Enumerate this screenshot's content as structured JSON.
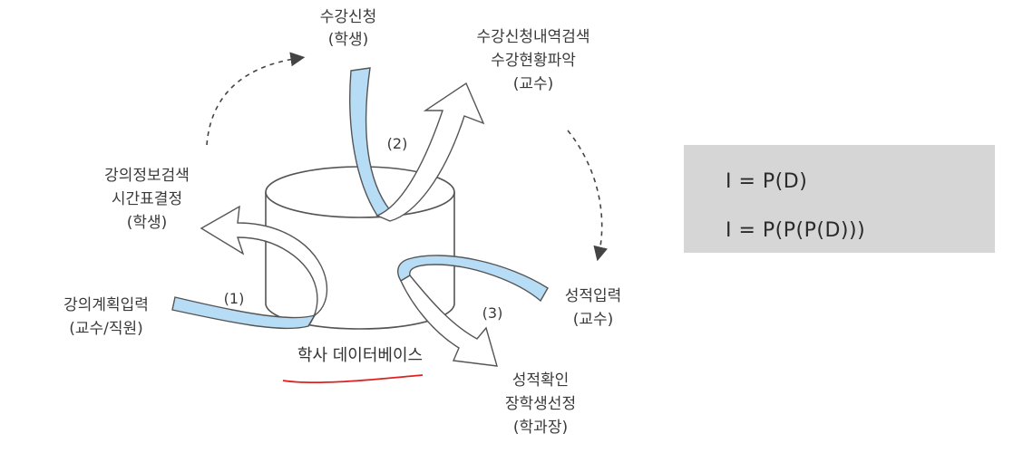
{
  "diagram": {
    "top_label": {
      "line1": "수강신청",
      "line2": "(학생)"
    },
    "top_right_label": {
      "line1": "수강신청내역검색",
      "line2": "수강현황파악",
      "line3": "(교수)"
    },
    "left_mid_label": {
      "line1": "강의정보검색",
      "line2": "시간표결정",
      "line3": "(학생)"
    },
    "left_bottom_label": {
      "line1": "강의계획입력",
      "line2": "(교수/직원)"
    },
    "right_mid_label": {
      "line1": "성적입력",
      "line2": "(교수)"
    },
    "bottom_right_label": {
      "line1": "성적확인",
      "line2": "장학생선정",
      "line3": "(학과장)"
    },
    "step1": "(1)",
    "step2": "(2)",
    "step3": "(3)",
    "database_label": "학사 데이터베이스",
    "colors": {
      "ribbon": "#b7dcf5",
      "outline": "#555555",
      "underline": "#e02020"
    }
  },
  "formula_box": {
    "line1": "I = P(D)",
    "line2": "I = P(P(P(D)))"
  }
}
